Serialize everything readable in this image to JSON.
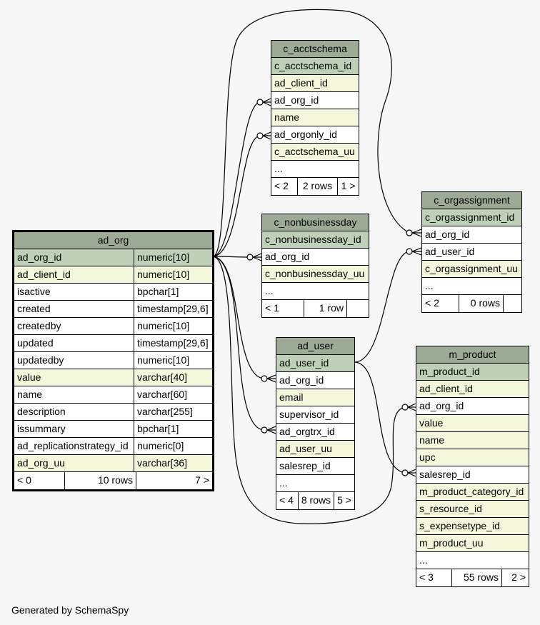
{
  "tables": {
    "ad_org": {
      "name": "ad_org",
      "columns": [
        {
          "name": "ad_org_id",
          "type": "numeric[10]",
          "kind": "pk"
        },
        {
          "name": "ad_client_id",
          "type": "numeric[10]",
          "kind": "fk"
        },
        {
          "name": "isactive",
          "type": "bpchar[1]",
          "kind": "plain"
        },
        {
          "name": "created",
          "type": "timestamp[29,6]",
          "kind": "plain"
        },
        {
          "name": "createdby",
          "type": "numeric[10]",
          "kind": "plain"
        },
        {
          "name": "updated",
          "type": "timestamp[29,6]",
          "kind": "plain"
        },
        {
          "name": "updatedby",
          "type": "numeric[10]",
          "kind": "plain"
        },
        {
          "name": "value",
          "type": "varchar[40]",
          "kind": "fk"
        },
        {
          "name": "name",
          "type": "varchar[60]",
          "kind": "plain"
        },
        {
          "name": "description",
          "type": "varchar[255]",
          "kind": "plain"
        },
        {
          "name": "issummary",
          "type": "bpchar[1]",
          "kind": "plain"
        },
        {
          "name": "ad_replicationstrategy_id",
          "type": "numeric[0]",
          "kind": "plain"
        },
        {
          "name": "ad_org_uu",
          "type": "varchar[36]",
          "kind": "fk"
        }
      ],
      "footer": {
        "parents": "< 0",
        "rows": "10 rows",
        "children": "7 >"
      }
    },
    "c_acctschema": {
      "name": "c_acctschema",
      "columns": [
        {
          "name": "c_acctschema_id",
          "kind": "pk"
        },
        {
          "name": "ad_client_id",
          "kind": "fk"
        },
        {
          "name": "ad_org_id",
          "kind": "plain"
        },
        {
          "name": "name",
          "kind": "fk"
        },
        {
          "name": "ad_orgonly_id",
          "kind": "plain"
        },
        {
          "name": "c_acctschema_uu",
          "kind": "fk"
        },
        {
          "name": "...",
          "kind": "plain"
        }
      ],
      "footer": {
        "parents": "< 2",
        "rows": "2 rows",
        "children": "1 >"
      }
    },
    "c_nonbusinessday": {
      "name": "c_nonbusinessday",
      "columns": [
        {
          "name": "c_nonbusinessday_id",
          "kind": "pk"
        },
        {
          "name": "ad_org_id",
          "kind": "plain"
        },
        {
          "name": "c_nonbusinessday_uu",
          "kind": "fk"
        },
        {
          "name": "...",
          "kind": "plain"
        }
      ],
      "footer": {
        "parents": "< 1",
        "rows": "1 row",
        "children": ""
      }
    },
    "c_orgassignment": {
      "name": "c_orgassignment",
      "columns": [
        {
          "name": "c_orgassignment_id",
          "kind": "pk"
        },
        {
          "name": "ad_org_id",
          "kind": "plain"
        },
        {
          "name": "ad_user_id",
          "kind": "plain"
        },
        {
          "name": "c_orgassignment_uu",
          "kind": "fk"
        },
        {
          "name": "...",
          "kind": "plain"
        }
      ],
      "footer": {
        "parents": "< 2",
        "rows": "0 rows",
        "children": ""
      }
    },
    "ad_user": {
      "name": "ad_user",
      "columns": [
        {
          "name": "ad_user_id",
          "kind": "pk"
        },
        {
          "name": "ad_org_id",
          "kind": "plain"
        },
        {
          "name": "email",
          "kind": "fk"
        },
        {
          "name": "supervisor_id",
          "kind": "plain"
        },
        {
          "name": "ad_orgtrx_id",
          "kind": "plain"
        },
        {
          "name": "ad_user_uu",
          "kind": "fk"
        },
        {
          "name": "salesrep_id",
          "kind": "plain"
        },
        {
          "name": "...",
          "kind": "plain"
        }
      ],
      "footer": {
        "parents": "< 4",
        "rows": "8 rows",
        "children": "5 >"
      }
    },
    "m_product": {
      "name": "m_product",
      "columns": [
        {
          "name": "m_product_id",
          "kind": "pk"
        },
        {
          "name": "ad_client_id",
          "kind": "fk"
        },
        {
          "name": "ad_org_id",
          "kind": "plain"
        },
        {
          "name": "value",
          "kind": "fk"
        },
        {
          "name": "name",
          "kind": "fk"
        },
        {
          "name": "upc",
          "kind": "fk"
        },
        {
          "name": "salesrep_id",
          "kind": "plain"
        },
        {
          "name": "m_product_category_id",
          "kind": "fk"
        },
        {
          "name": "s_resource_id",
          "kind": "fk"
        },
        {
          "name": "s_expensetype_id",
          "kind": "fk"
        },
        {
          "name": "m_product_uu",
          "kind": "fk"
        },
        {
          "name": "...",
          "kind": "plain"
        }
      ],
      "footer": {
        "parents": "< 3",
        "rows": "55 rows",
        "children": "2 >"
      }
    }
  },
  "footer_text": "Generated by SchemaSpy"
}
